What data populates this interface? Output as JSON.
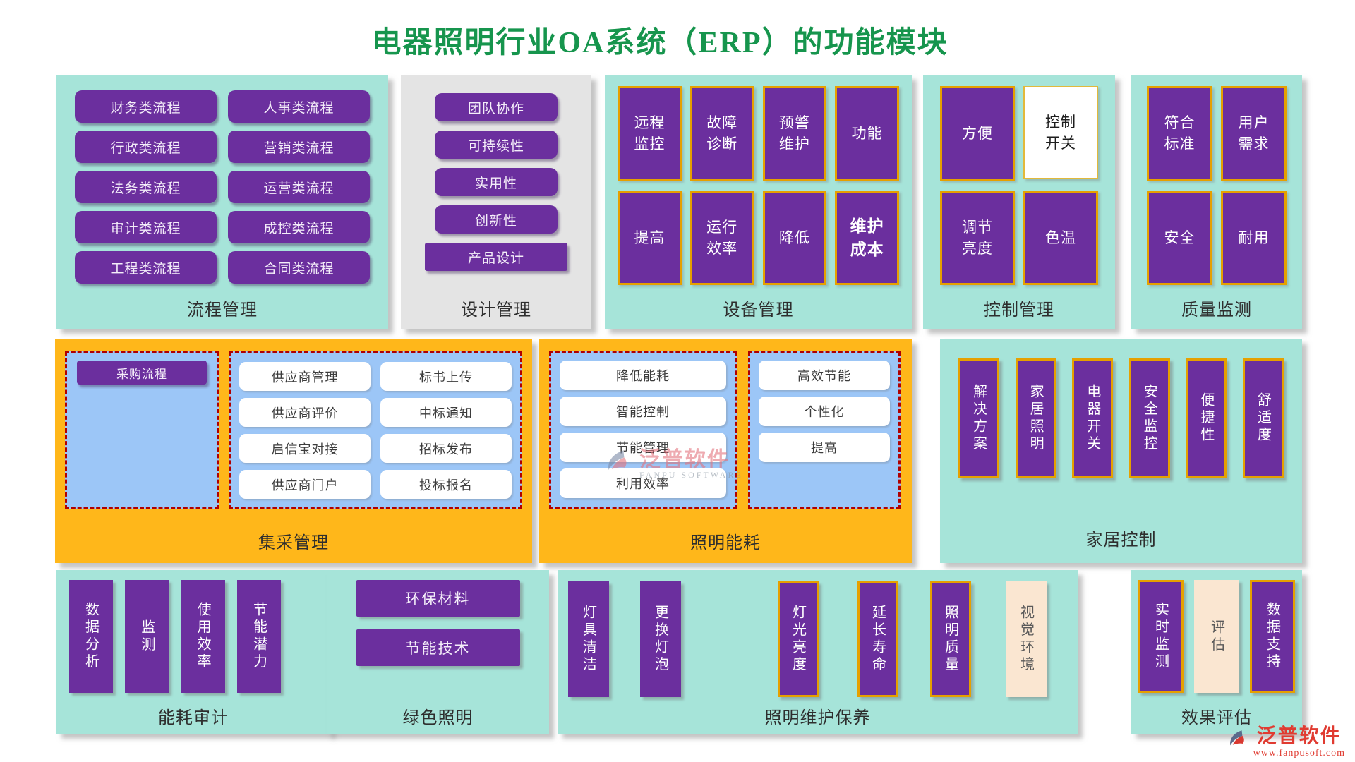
{
  "title": "电器照明行业OA系统（ERP）的功能模块",
  "colors": {
    "panel_teal": "#A6E4D9",
    "panel_gray": "#E4E4E4",
    "panel_orange": "#FFB71A",
    "block_purple": "#6B2F9E",
    "border_gold": "#E6A000",
    "area_light_blue": "#9CC6F7",
    "dashed_red": "#B00000",
    "block_peach": "#FAE6D1",
    "title_green": "#16954D",
    "logo_red": "#E03B31"
  },
  "panels": {
    "process": {
      "caption": "流程管理",
      "items": [
        "财务类流程",
        "人事类流程",
        "行政类流程",
        "营销类流程",
        "法务类流程",
        "运营类流程",
        "审计类流程",
        "成控类流程",
        "工程类流程",
        "合同类流程"
      ]
    },
    "design": {
      "caption": "设计管理",
      "items": [
        "团队协作",
        "可持续性",
        "实用性",
        "创新性",
        "产品设计"
      ]
    },
    "equipment": {
      "caption": "设备管理",
      "items": [
        "远程监控",
        "故障诊断",
        "预警维护",
        "功能",
        "提高",
        "运行效率",
        "降低",
        "维护成本"
      ]
    },
    "control": {
      "caption": "控制管理",
      "items": [
        "方便",
        "控制开关",
        "调节亮度",
        "色温"
      ]
    },
    "quality": {
      "caption": "质量监测",
      "items": [
        "符合标准",
        "用户需求",
        "安全",
        "耐用"
      ]
    },
    "procurement": {
      "caption": "集采管理",
      "flow_item": "采购流程",
      "items": [
        "供应商管理",
        "标书上传",
        "供应商评价",
        "中标通知",
        "启信宝对接",
        "招标发布",
        "供应商门户",
        "投标报名"
      ]
    },
    "lighting_energy": {
      "caption": "照明能耗",
      "left_items": [
        "降低能耗",
        "智能控制",
        "节能管理",
        "利用效率"
      ],
      "right_items": [
        "高效节能",
        "个性化",
        "提高"
      ]
    },
    "home_control": {
      "caption": "家居控制",
      "items": [
        "解决方案",
        "家居照明",
        "电器开关",
        "安全监控",
        "便捷性",
        "舒适度"
      ]
    },
    "energy_audit": {
      "caption": "能耗审计",
      "items": [
        "数据分析",
        "监测",
        "使用效率",
        "节能潜力"
      ]
    },
    "green_lighting": {
      "caption": "绿色照明",
      "items": [
        "环保材料",
        "节能技术"
      ]
    },
    "maintenance": {
      "caption": "照明维护保养",
      "items": [
        "灯具清洁",
        "更换灯泡",
        "灯光亮度",
        "延长寿命",
        "照明质量",
        "视觉环境"
      ]
    },
    "evaluation": {
      "caption": "效果评估",
      "items": [
        "实时监测",
        "评估",
        "数据支持"
      ]
    }
  },
  "watermark": {
    "brand": "泛普软件",
    "brand_en": "FANPU SOFTWARE"
  },
  "footer_logo": {
    "brand": "泛普软件",
    "website": "www.fanpusoft.com"
  }
}
